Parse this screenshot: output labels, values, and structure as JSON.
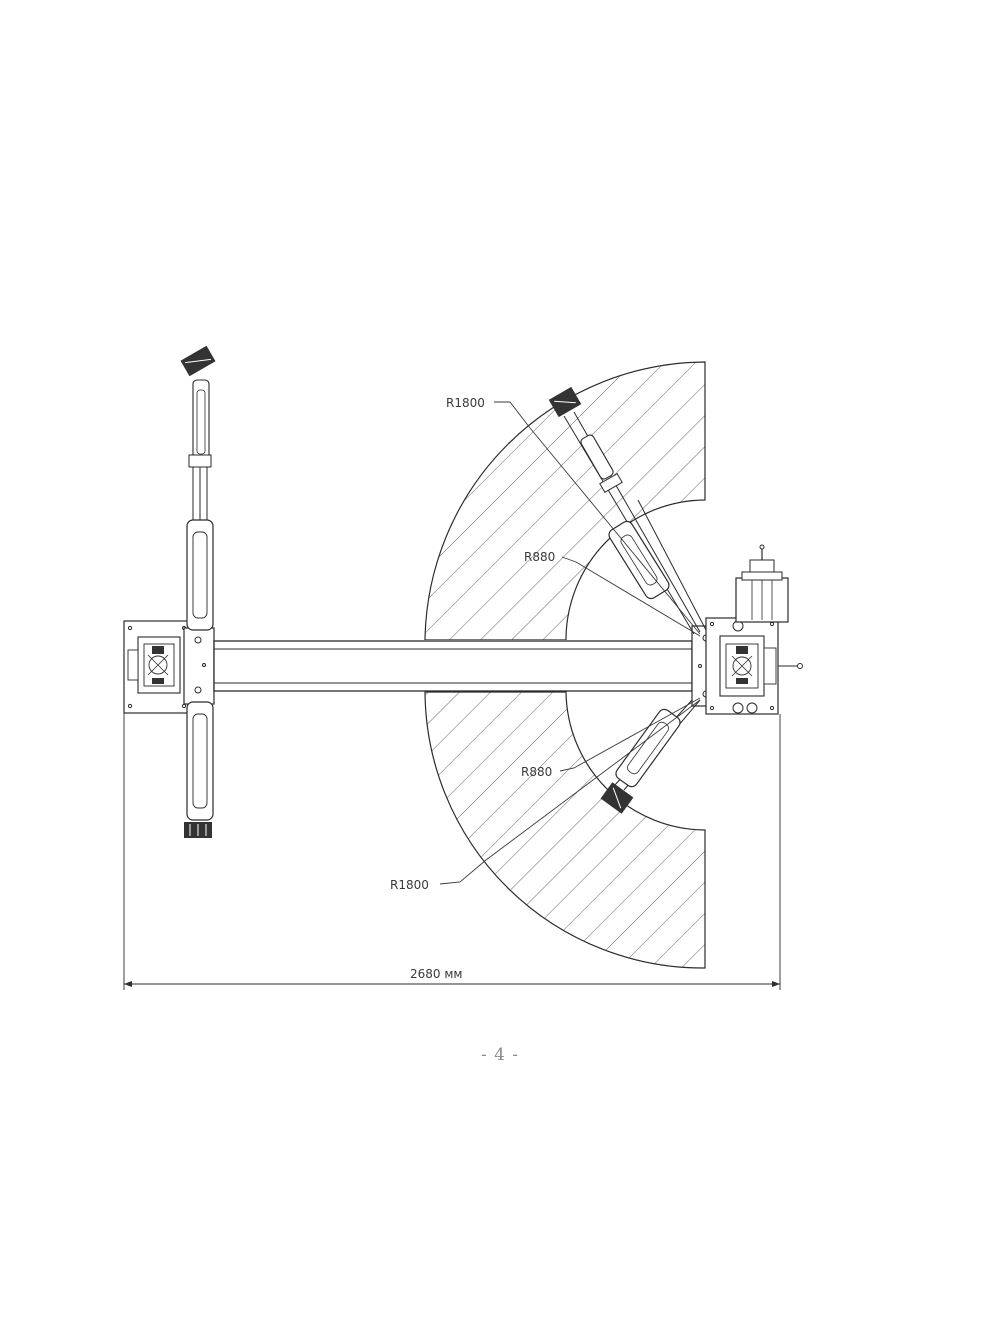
{
  "labels": {
    "upper_r1800": "R1800",
    "upper_r880": "R880",
    "lower_r880": "R880",
    "lower_r1800": "R1800",
    "overall_width": "2680 мм"
  },
  "page_number": "- 4 -",
  "colors": {
    "line": "#2b2b2b",
    "hatch": "#555555",
    "text": "#3a3a3a",
    "page_number": "#8a8a8a"
  }
}
